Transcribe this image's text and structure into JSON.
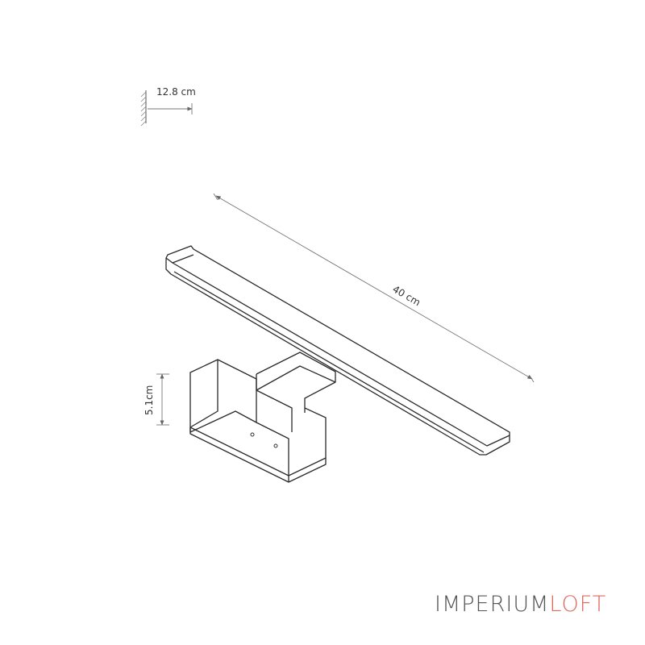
{
  "dimensions": {
    "wall_depth": "12.8 cm",
    "length": "40 cm",
    "height": "5.1cm"
  },
  "brand": {
    "part1": "IMPERIUM",
    "part2": "LOFT",
    "color_part1": "#555555",
    "color_part2": "#e06a5e"
  }
}
